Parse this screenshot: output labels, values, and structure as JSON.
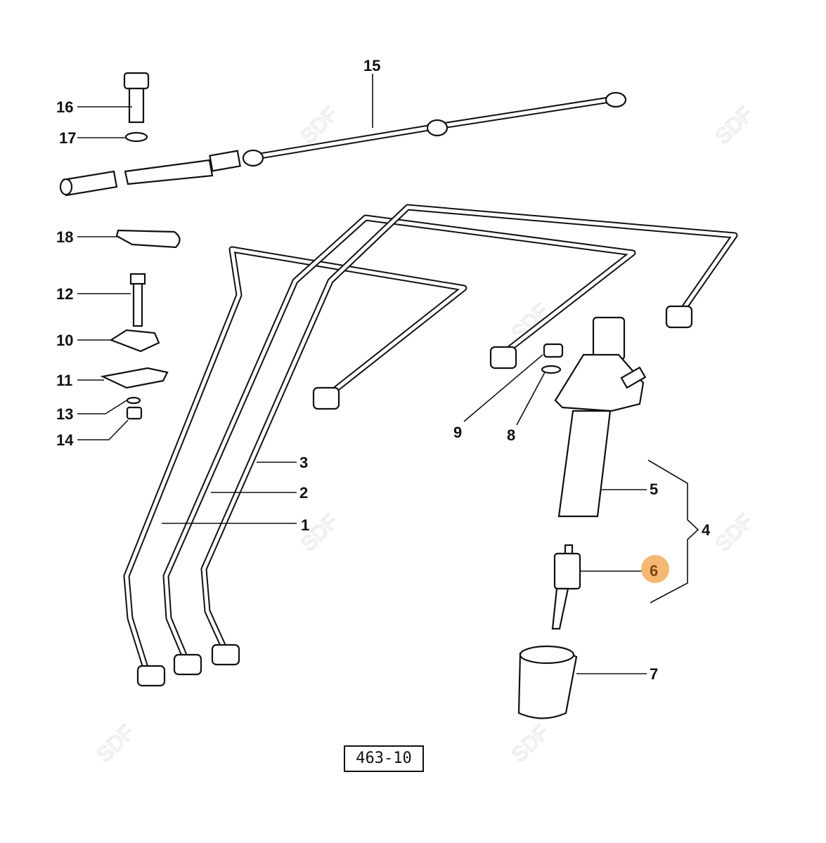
{
  "diagram": {
    "reference_code": "463-10",
    "watermark": "SDF",
    "highlight_color": "#f5b870",
    "highlighted_label": "6",
    "labels": {
      "l1": "1",
      "l2": "2",
      "l3": "3",
      "l4": "4",
      "l5": "5",
      "l6": "6",
      "l7": "7",
      "l8": "8",
      "l9": "9",
      "l10": "10",
      "l11": "11",
      "l12": "12",
      "l13": "13",
      "l14": "14",
      "l15": "15",
      "l16": "16",
      "l17": "17",
      "l18": "18"
    }
  }
}
